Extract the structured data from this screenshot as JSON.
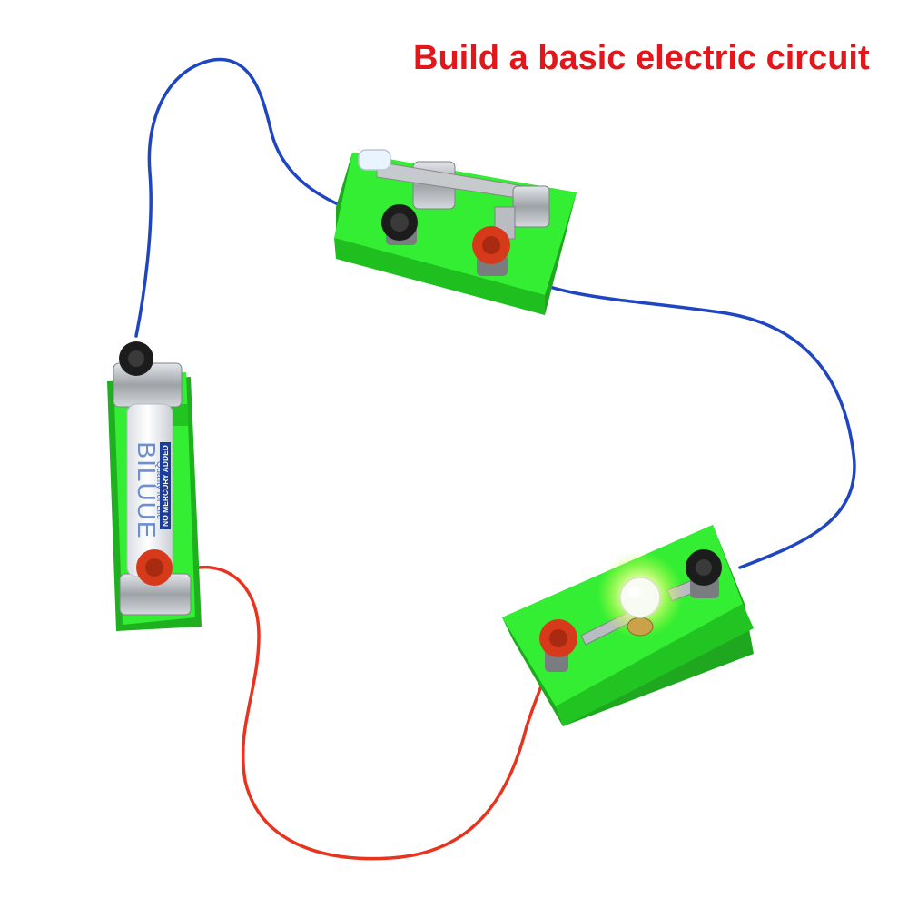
{
  "headline": {
    "text": "Build a basic electric circuit",
    "color": "#e3161b"
  },
  "battery": {
    "brand": "BILUUE",
    "tagline": "Quality for Life",
    "note": "NO MERCURY ADDED"
  },
  "colors": {
    "board": "#33ee33",
    "board_shade": "#22c422",
    "board_edge": "#1a9e1a",
    "wire_blue": "#1f45c2",
    "wire_red": "#e8331f",
    "terminal_black": "#1c1c1c",
    "terminal_red": "#d63a1a",
    "metal": "#b8bcc0",
    "bulb_glow": "#f4ffb0"
  }
}
